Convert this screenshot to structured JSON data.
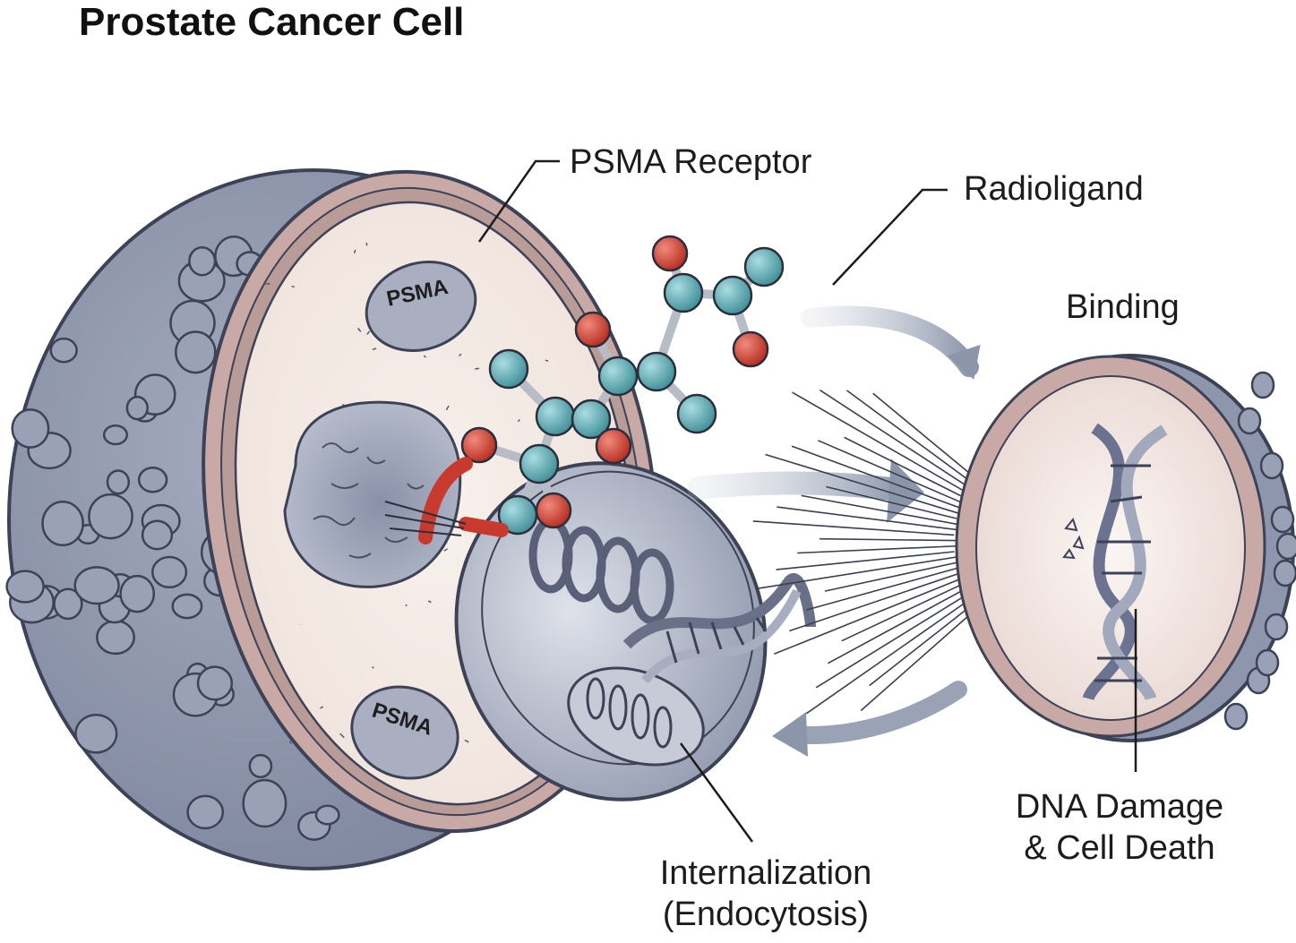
{
  "title": "Prostate Cancer Cell",
  "labels": {
    "psma_receptor": "PSMA Receptor",
    "radioligand": "Radioligand",
    "binding": "Binding",
    "internalization_line1": "Internalization",
    "internalization_line2": "(Endocytosis)",
    "dna_damage_line1": "DNA Damage",
    "dna_damage_line2": "& Cell Death"
  },
  "psma_tags": [
    "PSMA",
    "PSMA"
  ],
  "colors": {
    "cell_outer": "#8e96ad",
    "cell_cytoplasm": "#f4ebe6",
    "membrane": "#c9a9a5",
    "nucleus": "#a6acc0",
    "atom_carbon": "#5fa9b1",
    "atom_oxygen": "#d24a3a",
    "arrow": "#9aa3b6"
  }
}
